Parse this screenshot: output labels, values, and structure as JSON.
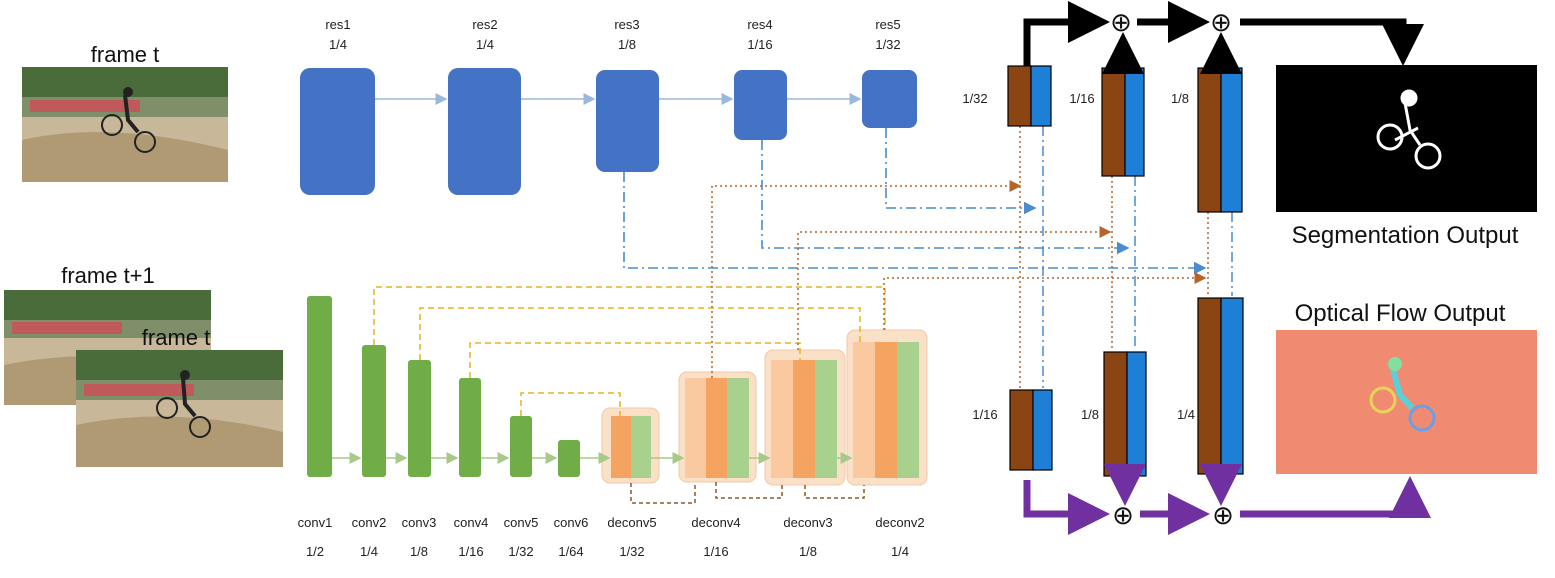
{
  "inputs": {
    "frame_t_label": "frame t",
    "frame_t1_label": "frame t+1",
    "frame_t_overlay_label": "frame t"
  },
  "resnet": [
    {
      "name": "res1",
      "scale": "1/4"
    },
    {
      "name": "res2",
      "scale": "1/4"
    },
    {
      "name": "res3",
      "scale": "1/8"
    },
    {
      "name": "res4",
      "scale": "1/16"
    },
    {
      "name": "res5",
      "scale": "1/32"
    }
  ],
  "flownet": [
    {
      "name": "conv1",
      "scale": "1/2"
    },
    {
      "name": "conv2",
      "scale": "1/4"
    },
    {
      "name": "conv3",
      "scale": "1/8"
    },
    {
      "name": "conv4",
      "scale": "1/16"
    },
    {
      "name": "conv5",
      "scale": "1/32"
    },
    {
      "name": "conv6",
      "scale": "1/64"
    },
    {
      "name": "deconv5",
      "scale": "1/32"
    },
    {
      "name": "deconv4",
      "scale": "1/16"
    },
    {
      "name": "deconv3",
      "scale": "1/8"
    },
    {
      "name": "deconv2",
      "scale": "1/4"
    }
  ],
  "fusion": {
    "seg_scales": [
      "1/32",
      "1/16",
      "1/8"
    ],
    "flow_scales": [
      "1/16",
      "1/8",
      "1/4"
    ],
    "sum_symbol": "⊕"
  },
  "outputs": {
    "segmentation": "Segmentation Output",
    "optical_flow": "Optical Flow Output"
  },
  "colors": {
    "resnet_block": "#4472c4",
    "conv_block": "#70ad47",
    "deconv_orange": "#f4a460",
    "deconv_halo": "#fbe0c8",
    "fusion_brown": "#8b4513",
    "fusion_blue": "#1e7fd6",
    "seg_arrow": "#000000",
    "flow_arrow": "#7030a0",
    "dash_blue": "#4a8ccd",
    "dot_brown": "#b5652c",
    "dash_yellow": "#e6b422",
    "flow_bg": "#f08a70"
  }
}
